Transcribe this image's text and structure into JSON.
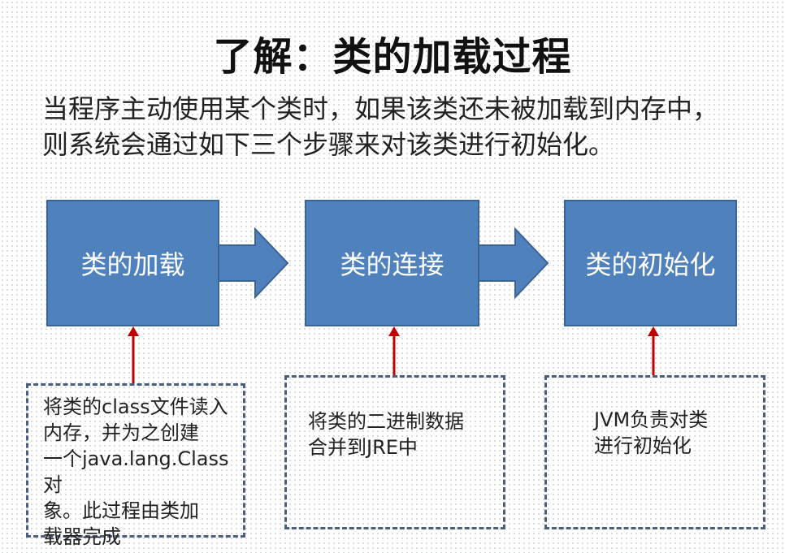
{
  "title": "了解：类的加载过程",
  "intro": {
    "line1": "当程序主动使用某个类时，如果该类还未被加载到内存中，",
    "line2": "则系统会通过如下三个步骤来对该类进行初始化。"
  },
  "stages": [
    {
      "label": "类的加载"
    },
    {
      "label": "类的连接"
    },
    {
      "label": "类的初始化"
    }
  ],
  "notes": [
    {
      "lines": [
        "将类的class文件读入",
        "内存，并为之创建",
        "一个java.lang.Class对",
        "象。此过程由类加",
        "载器完成"
      ]
    },
    {
      "lines": [
        "将类的二进制数据",
        "合并到JRE中"
      ]
    },
    {
      "lines": [
        "JVM负责对类",
        "进行初始化"
      ]
    }
  ],
  "colors": {
    "box_fill": "#4f81bd",
    "box_border": "#3a6496",
    "pointer": "#c00000",
    "note_border": "#4a5f7e"
  }
}
